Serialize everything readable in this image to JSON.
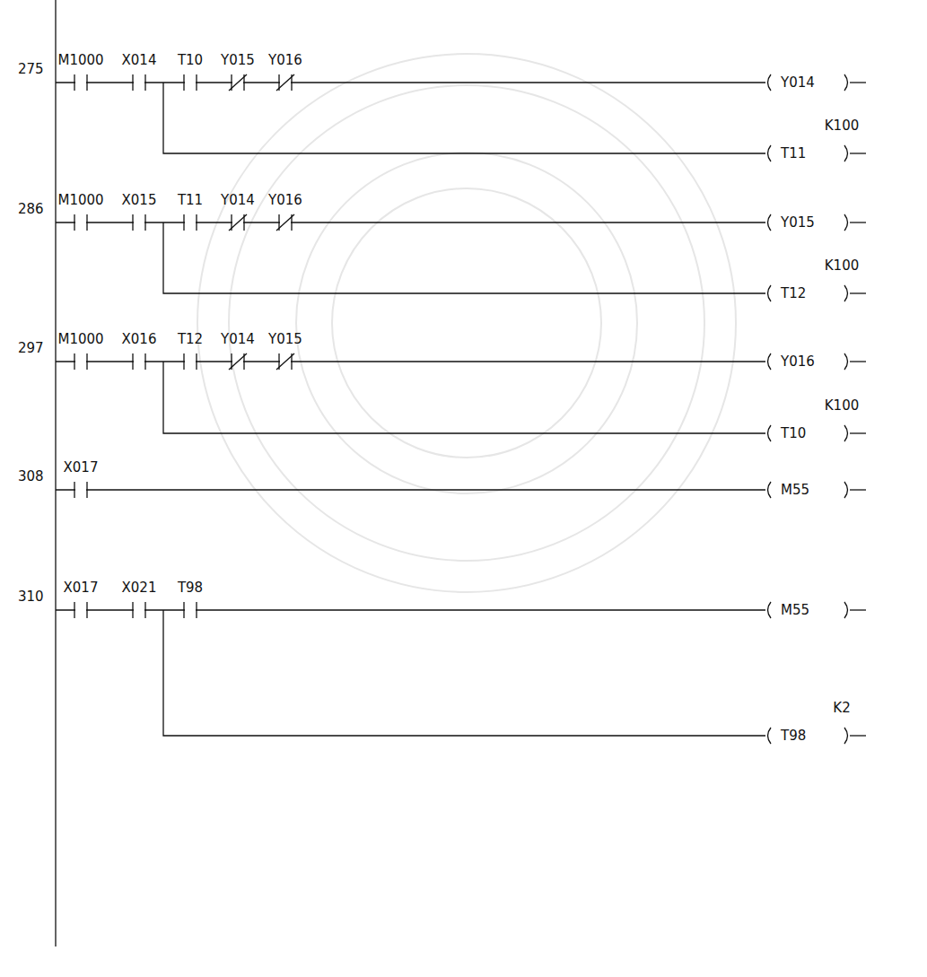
{
  "diagram": {
    "labels": [
      "275",
      "M1000",
      "X014",
      "T10",
      "Y015",
      "Y016",
      "Y014",
      "K100",
      "T11",
      "286",
      "M1000",
      "X015",
      "T11",
      "Y014",
      "Y016",
      "Y015",
      "K100",
      "T12",
      "297",
      "M1000",
      "X016",
      "T12",
      "Y014",
      "Y015",
      "Y016",
      "K100",
      "T10",
      "308",
      "X017",
      "M55",
      "310",
      "X017",
      "X021",
      "T98",
      "M55",
      "K2",
      "T98"
    ]
  }
}
